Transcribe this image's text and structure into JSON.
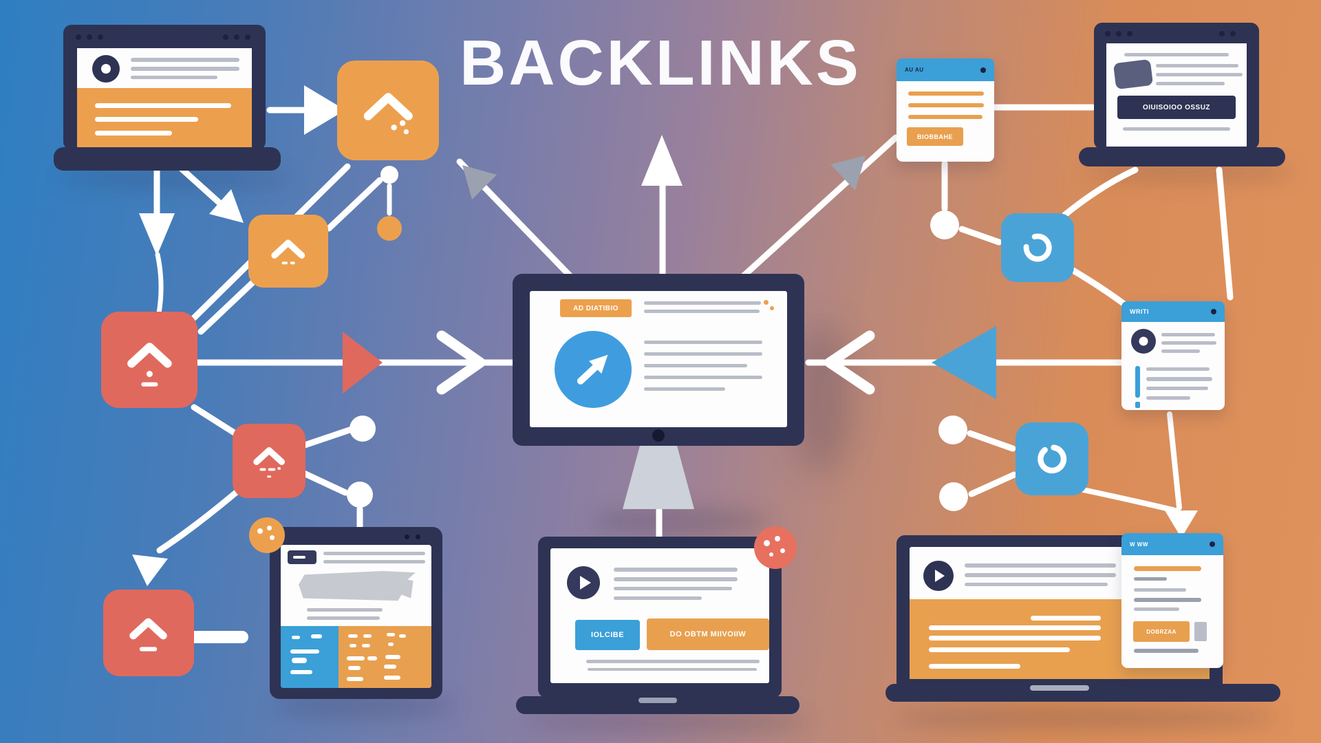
{
  "title": "BACKLINKS",
  "colors": {
    "navy": "#2e3354",
    "orange": "#eca04e",
    "coral": "#e0695d",
    "blue_circle": "#3f9ddf",
    "sky": "#3b9fd8",
    "gray_line": "#b9bdc7",
    "bg_left": "#2e7ec2",
    "bg_mid": "#97809d",
    "bg_right": "#e0925c"
  },
  "monitor": {
    "badge_label": "AD DIATIBIO",
    "icon": "link-arrow-icon"
  },
  "windows": {
    "top_right_card": {
      "header": "AU AU",
      "button_label": "BIOBBAHE"
    },
    "top_right_laptop": {
      "button_label": "OIUISOIOO OSSUZ"
    },
    "right_card": {
      "header": "WRITI"
    },
    "bottom_center_laptop": {
      "blue_button_label": "IOLCIBE",
      "orange_button_label": "DO OBTM MIIVOIIW"
    },
    "bottom_right_card": {
      "header": "W WW",
      "button_label": "DOBRZAA"
    }
  },
  "icons": [
    "chevron-up-icon",
    "refresh-icon",
    "loop-icon",
    "play-icon",
    "link-arrow-icon",
    "avatar-icon",
    "arrow-connector-icon"
  ]
}
